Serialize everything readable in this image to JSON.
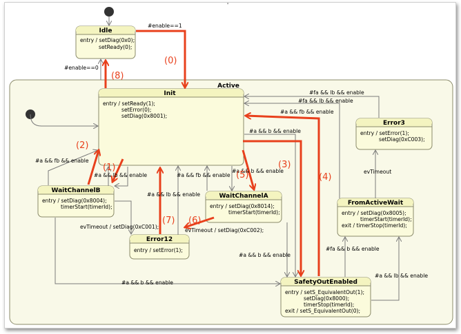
{
  "diagram": {
    "top_mark": "'",
    "states": {
      "idle": {
        "name": "Idle",
        "lines": [
          "entry / setDiag(0x0);",
          "setReady(0);"
        ]
      },
      "active": {
        "name": "Active"
      },
      "init": {
        "name": "Init",
        "lines": [
          "entry / setReady(1);",
          "setError(0);",
          "setDiag(0x8001);"
        ]
      },
      "waitb": {
        "name": "WaitChannelB",
        "lines": [
          "entry / setDiag(0x8004);",
          "timerStart(timerId);"
        ]
      },
      "waita": {
        "name": "WaitChannelA",
        "lines": [
          "entry / setDiag(0x8014);",
          "timerStart(timerId);"
        ]
      },
      "error12": {
        "name": "Error12",
        "lines": [
          "entry / setError(1);"
        ]
      },
      "error3": {
        "name": "Error3",
        "lines": [
          "entry / setError(1);",
          "setDiag(0xC003);"
        ]
      },
      "fromactive": {
        "name": "FromActiveWait",
        "lines": [
          "entry / setDiag(0x8005);",
          "timerStart(timerId);",
          "exit / timerStop(timerId);"
        ]
      },
      "safety": {
        "name": "SafetyOutEnabled",
        "lines": [
          "entry / setS_EquivalentOut(1);",
          "setDiag(0x8000);",
          "timerStop(timerId);",
          "exit / setS_EquivalentOut(0);"
        ]
      }
    },
    "labels": {
      "enable1": "#enable==1",
      "enable0": "#enable==0",
      "ab_fb_1": "#a && fb && enable",
      "a_fb_2": "#a && lb && enable",
      "a_fb_3": "#a && fb && enable",
      "a_b_1": "#a && b && enable",
      "fa_lb_1": "#fa && lb && enable",
      "fa_b_2": "#fa && lb && enable",
      "a_fb_4": "#a && fb && enable",
      "a_lb_5": "#a && lb && enable",
      "a_b_6": "#a && b && enable",
      "evt_b": "evTimeout / setDiag(0xC001);",
      "evt_a": "evTimeout / setDiag(0xC002);",
      "a_b_7": "#a && b && enable",
      "a_b_8": "#a && b && enable",
      "evTimeout": "evTimeout",
      "fa_b_9": "#fa && b && enable",
      "a_lb_10": "#a && lb && enable"
    },
    "markers": [
      "(0)",
      "(1)",
      "(2)",
      "(3)",
      "(4)",
      "(5)",
      "(6)",
      "(7)",
      "(8)"
    ]
  },
  "colors": {
    "state_fill": "#fbfbdc",
    "state_header": "#f4f4c0",
    "state_border": "#8a8a6a",
    "region_fill": "#f9f9e8",
    "arrow_gray": "#7a7a7a",
    "arrow_red": "#e8401c"
  }
}
